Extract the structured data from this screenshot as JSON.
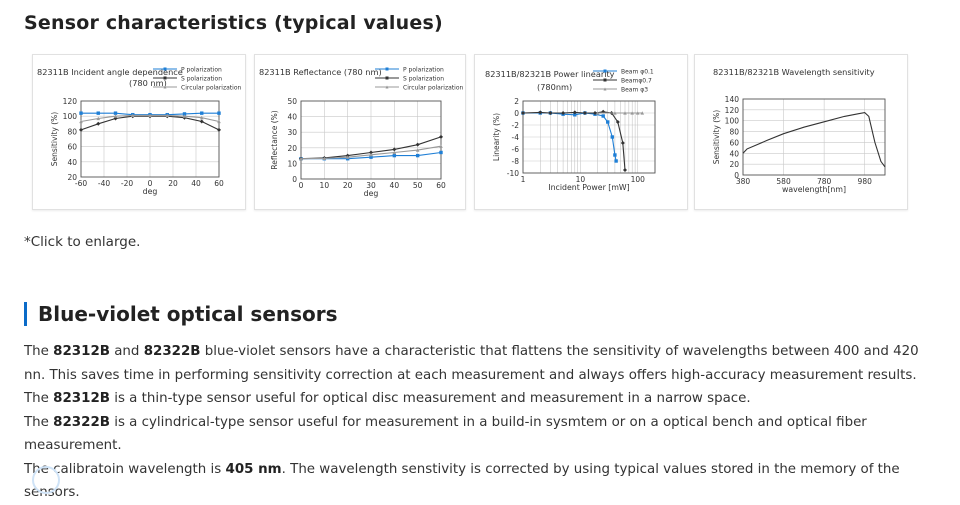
{
  "section_title": "Sensor characteristics (typical values)",
  "note": "*Click to enlarge.",
  "subsection_title": "Blue-violet optical sensors",
  "paragraphs": [
    {
      "parts": [
        "The ",
        "82312B",
        " and ",
        "82322B",
        " blue-violet sensors have a characteristic that flattens the sensitivity of wavelengths between 400 and 420 nn. This saves time in performing sensitivity correction at each measurement and always offers high-accuracy measurement results."
      ]
    },
    {
      "parts": [
        "The ",
        "82312B",
        " is a thin-type sensor useful for optical disc measurement and measurement in a narrow space."
      ]
    },
    {
      "parts": [
        "The ",
        "82322B",
        " is a cylindrical-type sensor useful for measurement in a build-in sysmtem or on a optical bench and optical fiber measurement."
      ]
    },
    {
      "parts": [
        "The calibratoin wavelength is ",
        "405 nm",
        ". The wavelength senstivity is corrected by using typical values stored in the memory of the sensors."
      ]
    }
  ],
  "chart_data": [
    {
      "type": "line",
      "title": "82311B Incident angle dependence",
      "subtitle": "(780 nm)",
      "xlabel": "deg",
      "ylabel": "Sensitivity (%)",
      "xlim": [
        -60,
        60
      ],
      "ylim": [
        20,
        120
      ],
      "xticks": [
        "-60",
        "-40",
        "-20",
        "0",
        "20",
        "40",
        "60"
      ],
      "yticks": [
        "20",
        "40",
        "60",
        "80",
        "100",
        "120"
      ],
      "x": [
        -60,
        -45,
        -30,
        -15,
        0,
        15,
        30,
        45,
        60
      ],
      "series": [
        {
          "name": "P polarization",
          "color": "#1f7fd6",
          "values": [
            104,
            104,
            104,
            102,
            102,
            102,
            103,
            104,
            104
          ]
        },
        {
          "name": "S polarization",
          "color": "#333333",
          "values": [
            82,
            90,
            97,
            100,
            100,
            100,
            98,
            93,
            82
          ]
        },
        {
          "name": "Circular polarization",
          "color": "#999999",
          "values": [
            93,
            97,
            100,
            101,
            101,
            101,
            100,
            98,
            93
          ]
        }
      ]
    },
    {
      "type": "line",
      "title": "82311B Reflectance (780 nm)",
      "xlabel": "deg",
      "ylabel": "Reflectance (%)",
      "xlim": [
        0,
        60
      ],
      "ylim": [
        0,
        50
      ],
      "xticks": [
        "0",
        "10",
        "20",
        "30",
        "40",
        "50",
        "60"
      ],
      "yticks": [
        "0",
        "10",
        "20",
        "30",
        "40",
        "50"
      ],
      "x": [
        0,
        10,
        20,
        30,
        40,
        50,
        60
      ],
      "series": [
        {
          "name": "P polarization",
          "color": "#1f7fd6",
          "values": [
            13,
            13,
            13,
            14,
            15,
            15,
            17
          ]
        },
        {
          "name": "S polarization",
          "color": "#333333",
          "values": [
            13,
            13.5,
            15,
            17,
            19,
            22,
            27
          ]
        },
        {
          "name": "Circular polarization",
          "color": "#999999",
          "values": [
            13,
            13.2,
            14,
            15.5,
            17,
            18.5,
            21
          ]
        }
      ]
    },
    {
      "type": "line",
      "title": "82311B/82321B Power linearity",
      "subtitle": "(780nm)",
      "xlabel": "Incident Power [mW]",
      "ylabel": "Linearity (%)",
      "xscale": "log",
      "xlim": [
        1,
        200
      ],
      "ylim": [
        -10,
        2
      ],
      "xticks": [
        "1",
        "10",
        "100"
      ],
      "yticks": [
        "2",
        "0",
        "-2",
        "-4",
        "-6",
        "-8",
        "-10"
      ],
      "series": [
        {
          "name": "Beam φ0.1",
          "color": "#1f7fd6",
          "x": [
            1,
            2,
            3,
            5,
            8,
            12,
            18,
            25,
            30,
            36,
            40,
            42
          ],
          "values": [
            0,
            0,
            0,
            -0.2,
            -0.3,
            0,
            -0.2,
            -0.5,
            -1.5,
            -4,
            -7,
            -8
          ]
        },
        {
          "name": "Beamφ0.7",
          "color": "#333333",
          "x": [
            1,
            2,
            3,
            5,
            8,
            12,
            18,
            25,
            35,
            45,
            55,
            60
          ],
          "values": [
            0,
            0.1,
            0,
            0,
            0.1,
            0,
            0,
            0.2,
            0,
            -1.5,
            -5,
            -9.5
          ]
        },
        {
          "name": "Beam φ3",
          "color": "#999999",
          "x": [
            20,
            40,
            60,
            80,
            100,
            120
          ],
          "values": [
            0,
            0,
            0,
            0,
            0,
            0
          ]
        }
      ]
    },
    {
      "type": "line",
      "title": "82311B/82321B Wavelength sensitivity",
      "xlabel": "wavelength[nm]",
      "ylabel": "Sensitivity (%)",
      "xlim": [
        380,
        1080
      ],
      "ylim": [
        0,
        140
      ],
      "xticks": [
        "380",
        "580",
        "780",
        "980"
      ],
      "yticks": [
        "0",
        "20",
        "40",
        "60",
        "80",
        "100",
        "120",
        "140"
      ],
      "series": [
        {
          "name": "",
          "color": "#333333",
          "x": [
            380,
            400,
            450,
            500,
            580,
            680,
            780,
            880,
            950,
            980,
            1000,
            1030,
            1060,
            1080
          ],
          "values": [
            40,
            48,
            56,
            64,
            76,
            88,
            98,
            108,
            113,
            115,
            108,
            60,
            25,
            15
          ]
        }
      ]
    }
  ]
}
